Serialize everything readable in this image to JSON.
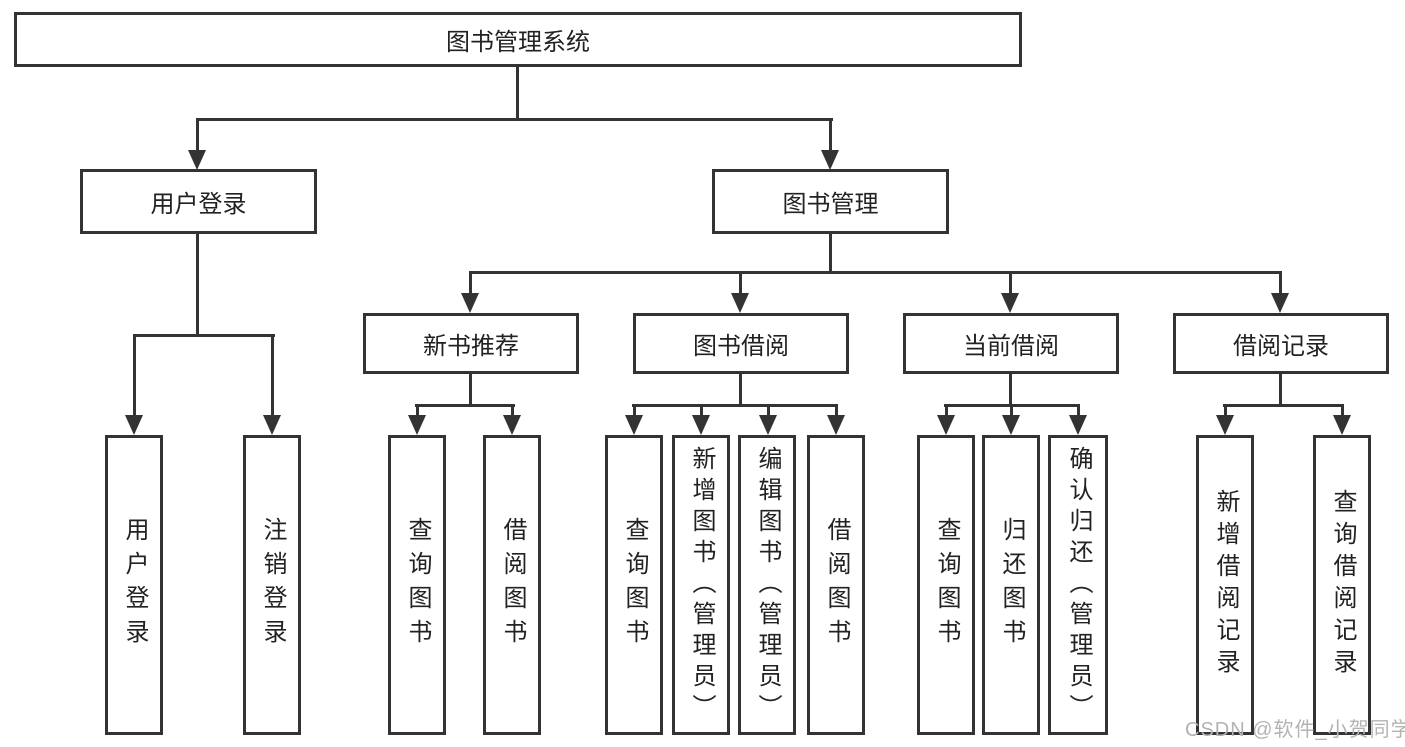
{
  "diagram": {
    "title": "图书管理系统",
    "level1": [
      {
        "label": "用户登录"
      },
      {
        "label": "图书管理"
      }
    ],
    "level2": [
      {
        "label": "新书推荐"
      },
      {
        "label": "图书借阅"
      },
      {
        "label": "当前借阅"
      },
      {
        "label": "借阅记录"
      }
    ],
    "leaves": {
      "user_login": [
        "用户登录",
        "注销登录"
      ],
      "new_book_recommend": [
        "查询图书",
        "借阅图书"
      ],
      "book_borrow": [
        "查询图书",
        "新增图书（管理员）",
        "编辑图书（管理员）",
        "借阅图书"
      ],
      "current_borrow": [
        "查询图书",
        "归还图书",
        "确认归还（管理员）"
      ],
      "borrow_record": [
        "新增借阅记录",
        "查询借阅记录"
      ]
    }
  },
  "watermark": {
    "text": "CSDN @软件_小贺同学",
    "color": "#b3b3b3"
  },
  "colors": {
    "line": "#333333",
    "box_border": "#333333",
    "text": "#222222",
    "background": "#ffffff"
  }
}
